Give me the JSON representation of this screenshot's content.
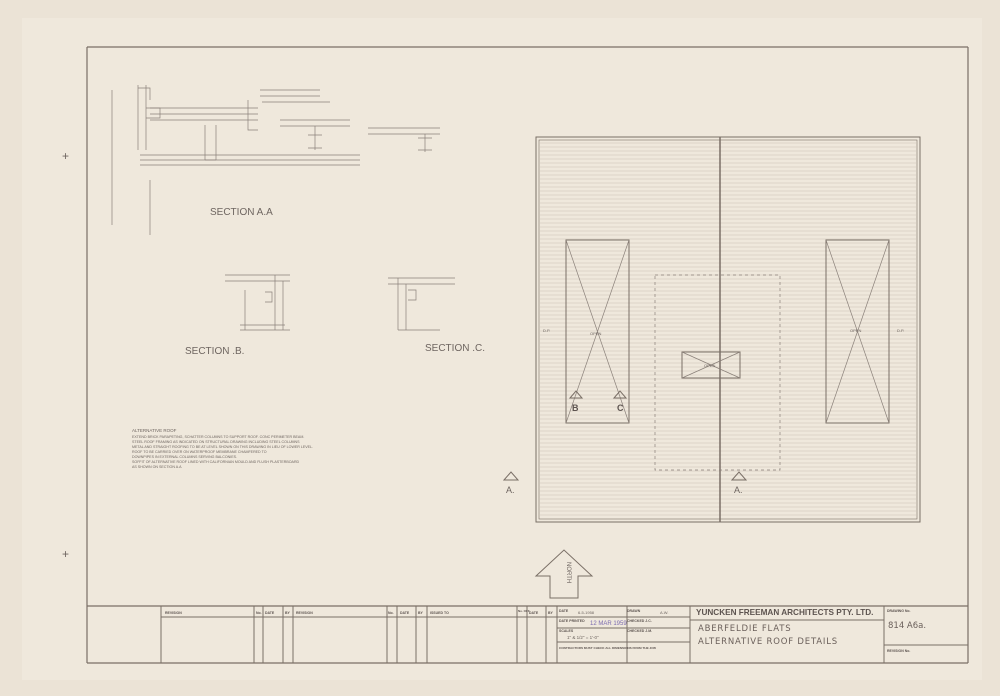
{
  "sheet": {
    "sections": {
      "aa": "SECTION A.A",
      "b": "SECTION .B.",
      "c": "SECTION .C."
    },
    "notes": {
      "title": "ALTERNATIVE ROOF",
      "lines": [
        "EXTEND BRICK PARAPETING, SCHATTER COLUMNS TO SUPPORT ROOF. CONC PERIMETER BEAM.",
        "STEEL ROOF FRAMING AS INDICATED ON STRUCTURAL DRAWING INCLUDING STEEL COLUMNS",
        "METAL AND STRAIGHT ROOFING TO BE AT LEVEL SHOWN ON THIS DRAWING IN LIEU OF LOWER LEVEL.",
        "ROOF TO BE CARRIED OVER ON WATERPROOF MEMBRANE CHAMFERED TO",
        "DOWNPIPES IN EXTERNAL COLUMNS SERVING BALCONIES.",
        "SOFFIT OF ALTERNATIVE ROOF LINED WITH CALIFORNIAN MOULD AND FLUSH PLASTERBOARD",
        "AS SHOWN ON SECTION A.A"
      ]
    },
    "plan": {
      "labels": {
        "open_left": "OPEN",
        "open_right": "OPEN",
        "open_center": "OPEN",
        "dp_left": "D.P.",
        "dp_right": "D.P."
      },
      "markers": {
        "a_left": "A.",
        "a_right": "A.",
        "b": "B",
        "c": "C"
      },
      "north": "NORTH"
    }
  },
  "title_block": {
    "revision_label": "REVISION",
    "no_label": "No.",
    "date_label": "DATE",
    "by_label": "BY",
    "revision2_label": "REVISION",
    "issued_to_label": "ISSUED TO",
    "no_off_label": "No. OFF",
    "date_field_label": "DATE",
    "date_value": "6-5-1958",
    "date_printed_label": "DATE PRINTED",
    "date_printed_value": "12 MAR 1959",
    "scales_label": "SCALES",
    "scales_value": "1\" & 1/2\" = 1'-0\"",
    "drawn_label": "DRAWN",
    "drawn_value": "A.W.",
    "checked_label_1": "CHECKED J.C.",
    "checked_label_2": "CHECKED J.M.",
    "contractors_note": "CONTRACTORS MUST CHECK ALL DIMENSIONS FROM THE JOB",
    "company": "YUNCKEN FREEMAN ARCHITECTS PTY. LTD.",
    "project": "ABERFELDIE FLATS",
    "drawing_title": "ALTERNATIVE ROOF DETAILS",
    "drawing_no_label": "DRAWING No.",
    "drawing_no": "814 A6a.",
    "revision_no_label": "REVISION No."
  },
  "colors": {
    "paper": "#ebe3d6",
    "ink": "#6e6560",
    "stamp": "#7b6bb0"
  }
}
